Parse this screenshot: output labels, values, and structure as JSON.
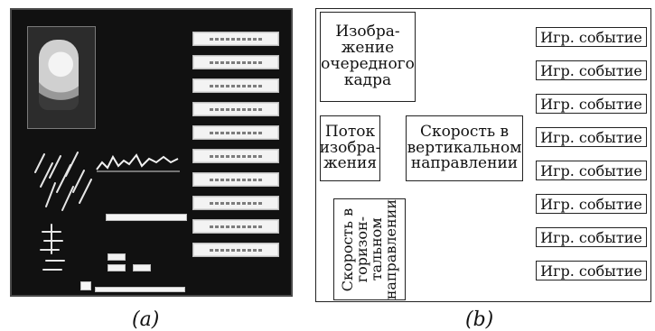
{
  "captions": {
    "a": "(a)",
    "b": "(b)"
  },
  "diagram": {
    "next_frame": "Изобра-\nжение\nочередного\nкадра",
    "image_flow": "Поток\nизобра-\nжения",
    "vertical_speed": "Скорость в\nвертикальном\nнаправлении",
    "horizontal_speed": "Скорость в\nгоризон-\nтальном\nнаправлении",
    "events": [
      "Игр. событие",
      "Игр. событие",
      "Игр. событие",
      "Игр. событие",
      "Игр. событие",
      "Игр. событие",
      "Игр. событие",
      "Игр. событие"
    ]
  }
}
